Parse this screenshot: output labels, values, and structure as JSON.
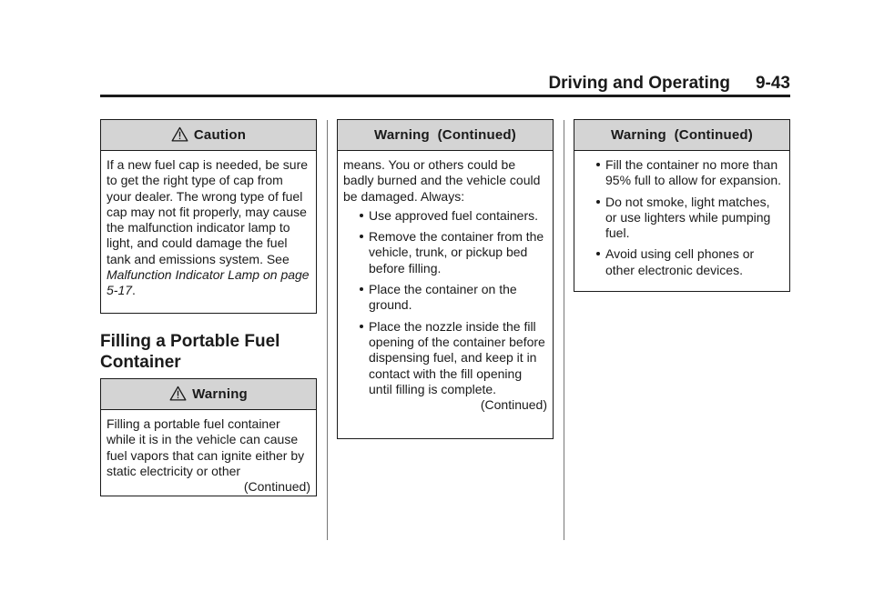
{
  "header": {
    "section": "Driving and Operating",
    "page": "9-43"
  },
  "caution_box": {
    "title": "Caution",
    "icon": "warning-triangle-icon",
    "text": "If a new fuel cap is needed, be sure to get the right type of cap from your dealer. The wrong type of fuel cap may not fit properly, may cause the malfunction indicator lamp to light, and could damage the fuel tank and emissions system. See",
    "link": "Malfunction Indicator Lamp on page 5-17",
    "link_suffix": "."
  },
  "section_title": "Filling a Portable Fuel Container",
  "warning_box_1": {
    "title": "Warning",
    "icon": "warning-triangle-icon",
    "text": "Filling a portable fuel container while it is in the vehicle can cause fuel vapors that can ignite either by static electricity or other",
    "continued": "(Continued)"
  },
  "warning_box_2": {
    "title": "Warning  (Continued)",
    "text": "means. You or others could be badly burned and the vehicle could be damaged. Always:",
    "bullets": [
      "Use approved fuel containers.",
      "Remove the container from the vehicle, trunk, or pickup bed before filling.",
      "Place the container on the ground.",
      "Place the nozzle inside the fill opening of the container before dispensing fuel, and keep it in contact with the fill opening until filling is complete."
    ],
    "continued": "(Continued)"
  },
  "warning_box_3": {
    "title": "Warning  (Continued)",
    "bullets": [
      "Fill the container no more than 95% full to allow for expansion.",
      "Do not smoke, light matches, or use lighters while pumping fuel.",
      "Avoid using cell phones or other electronic devices."
    ]
  }
}
